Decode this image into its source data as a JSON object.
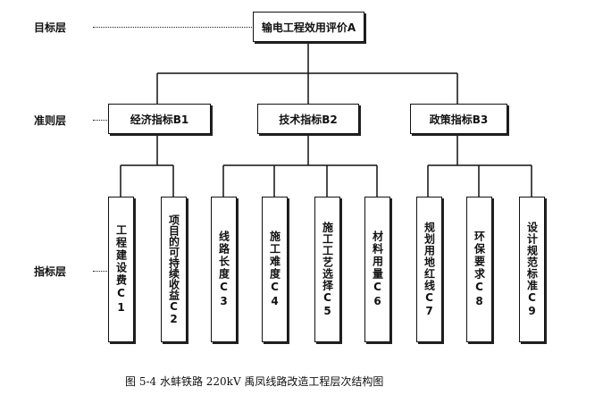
{
  "levels": {
    "goal": "目标层",
    "criteria": "准则层",
    "indicator": "指标层"
  },
  "goal": "输电工程效用评价A",
  "criteria": [
    "经济指标B1",
    "技术指标B2",
    "政策指标B3"
  ],
  "indicators": [
    "工程建设费C1",
    "项目的可持续收益C2",
    "线路长度C3",
    "施工难度C4",
    "施工工艺选择C5",
    "材料用量C6",
    "规划用地红线C7",
    "环保要求C8",
    "设计规范标准C9"
  ],
  "caption": "图 5-4  水蚌铁路 220kV 禹凤线路改造工程层次结构图"
}
